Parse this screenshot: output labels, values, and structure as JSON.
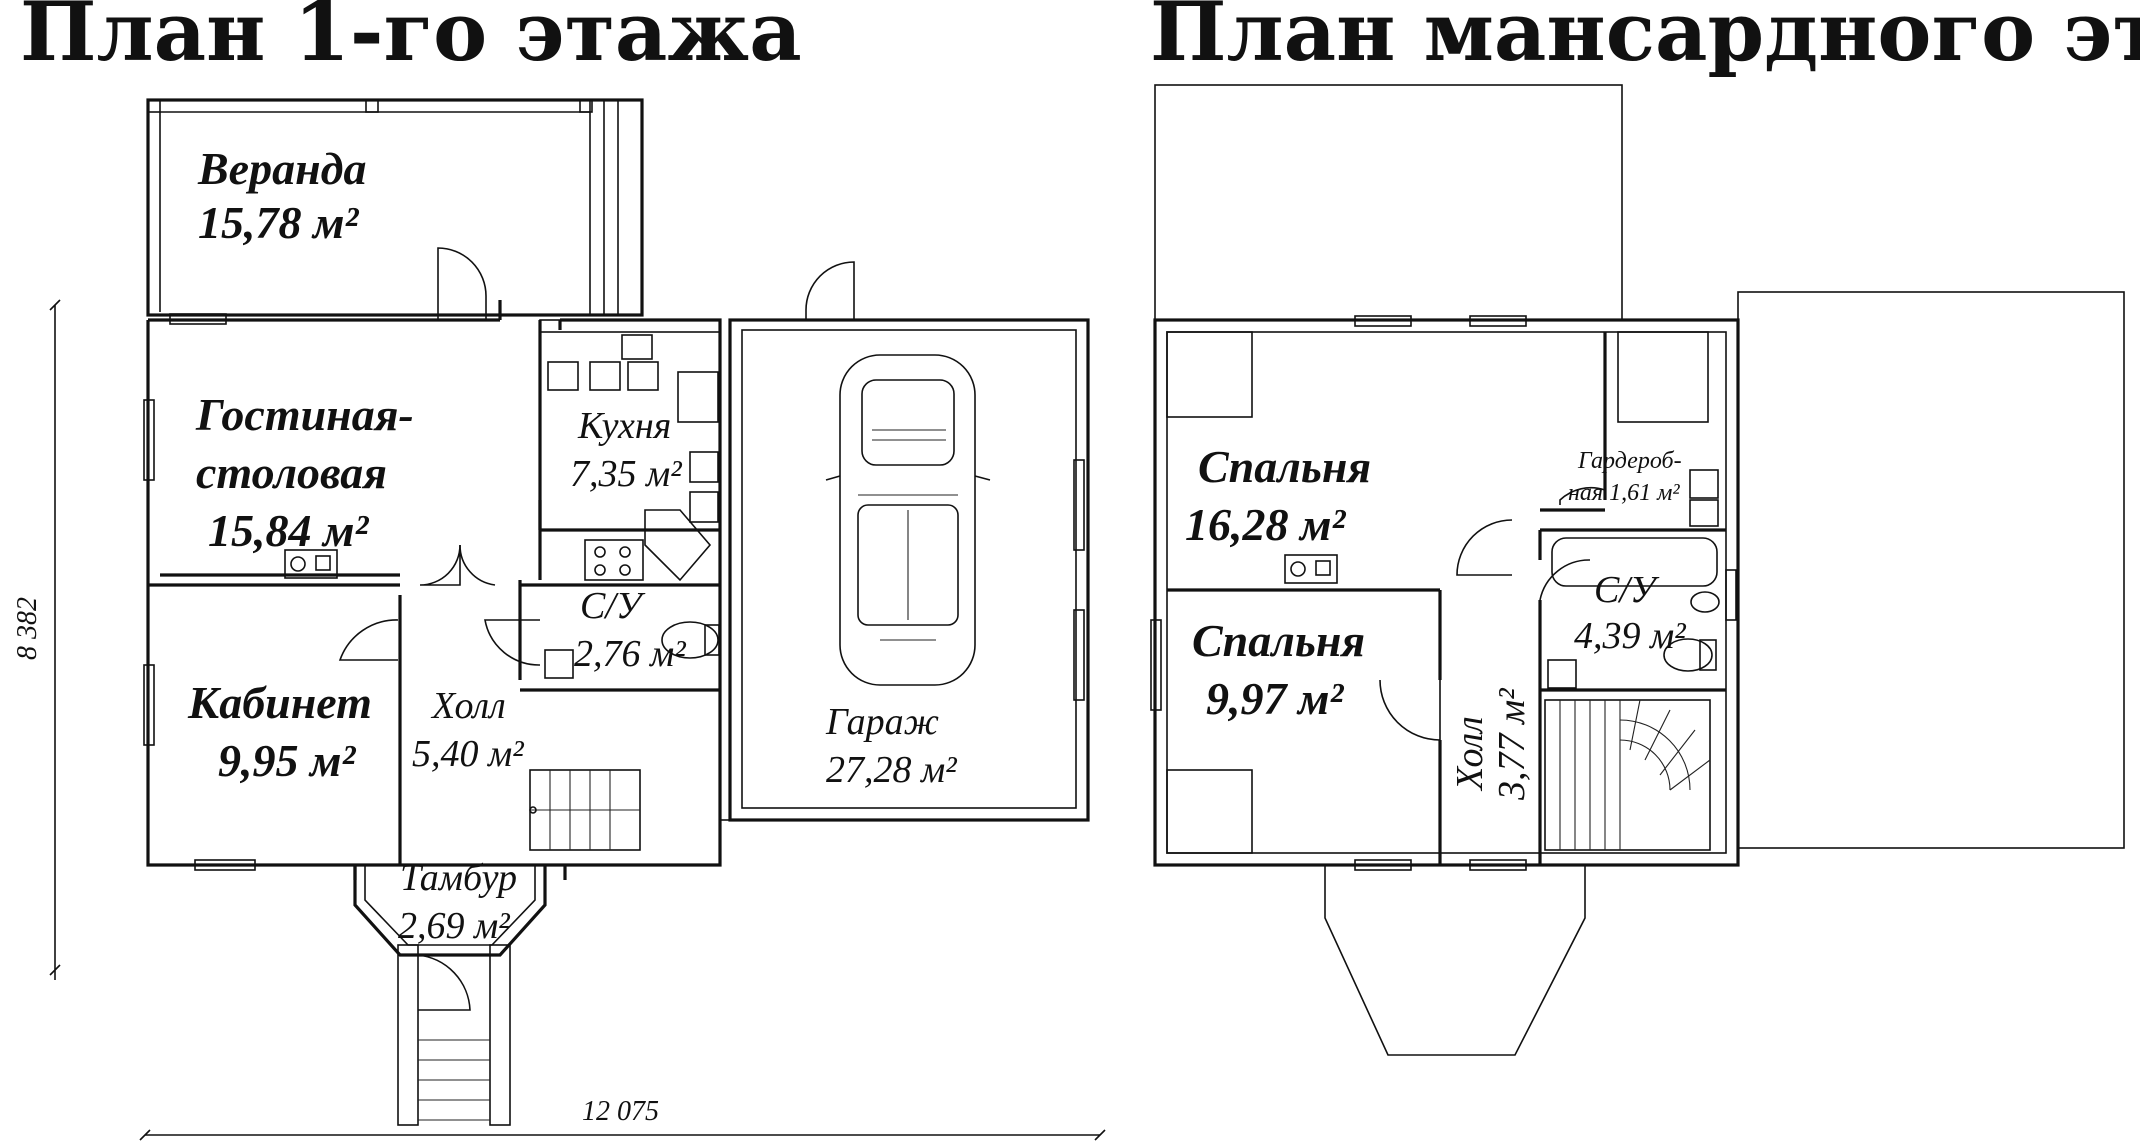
{
  "titles": {
    "floor1": "План 1-го этажа",
    "attic": "План мансардного этажа"
  },
  "floor1": {
    "veranda": {
      "name": "Веранда",
      "area": "15,78 м²"
    },
    "living": {
      "name1": "Гостиная-",
      "name2": "столовая",
      "area": "15,84 м²"
    },
    "kitchen": {
      "name": "Кухня",
      "area": "7,35 м²"
    },
    "wc": {
      "name": "С/У",
      "area": "2,76 м²"
    },
    "office": {
      "name": "Кабинет",
      "area": "9,95 м²"
    },
    "hall": {
      "name": "Холл",
      "area": "5,40 м²"
    },
    "garage": {
      "name": "Гараж",
      "area": "27,28 м²"
    },
    "vestibule": {
      "name": "Тамбур",
      "area": "2,69 м²"
    },
    "dim_width": "12 075",
    "dim_height": "8 382"
  },
  "attic": {
    "bedroom1": {
      "name": "Спальня",
      "area": "16,28 м²"
    },
    "bedroom2": {
      "name": "Спальня",
      "area": "9,97 м²"
    },
    "wardrobe": {
      "name1": "Гардероб-",
      "name2": "ная 1,61 м²"
    },
    "bath": {
      "name": "С/У",
      "area": "4,39 м²"
    },
    "hall": {
      "name": "Холл",
      "area": "3,77 м²"
    }
  }
}
